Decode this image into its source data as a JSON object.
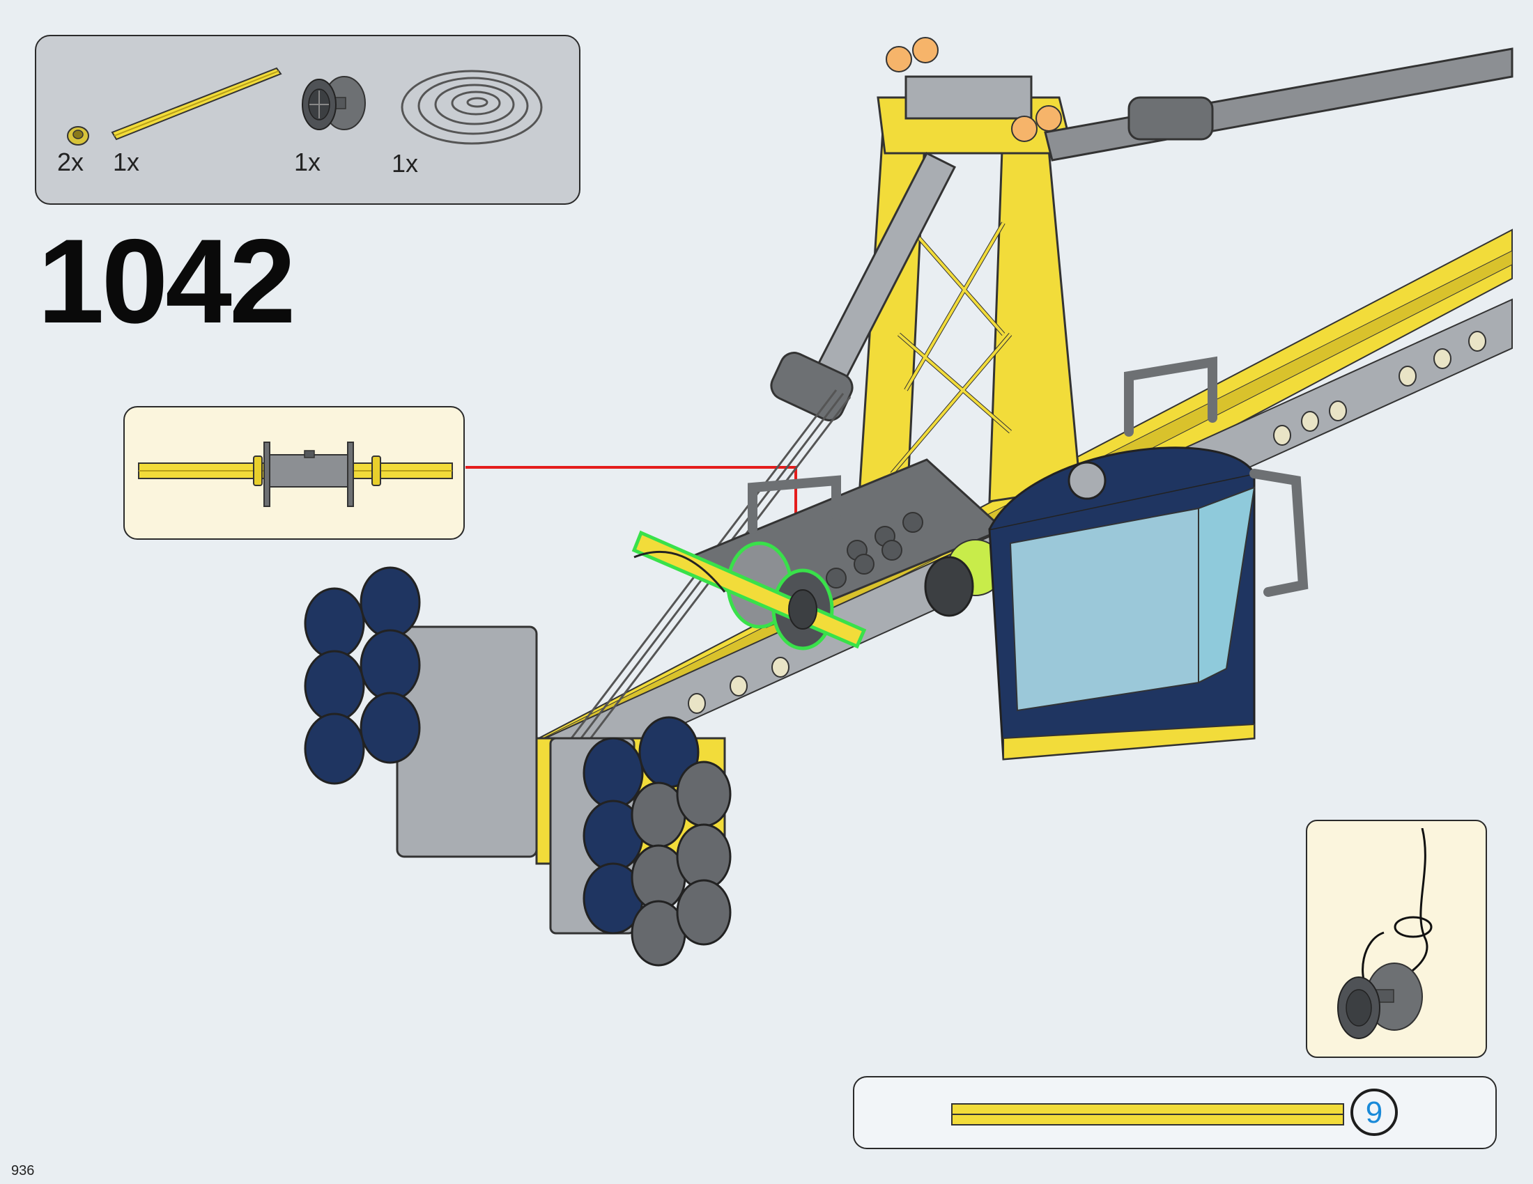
{
  "parts_list": {
    "items": [
      {
        "icon": "bush-icon",
        "qty": "2x"
      },
      {
        "icon": "axle-icon",
        "qty": "1x"
      },
      {
        "icon": "pulley-wheel-icon",
        "qty": "1x"
      },
      {
        "icon": "string-coil-icon",
        "qty": "1x"
      }
    ]
  },
  "step": {
    "number": "1042"
  },
  "measure": {
    "length": "9"
  },
  "page": {
    "number": "936"
  },
  "colors": {
    "yellow": "#f7e23a",
    "dark_blue": "#1f3561",
    "light_gray": "#a9adb2",
    "dark_gray": "#66696d",
    "highlight": "#39e14a",
    "arrow": "#e41c1c",
    "callout_bg": "#fbf5dd"
  }
}
